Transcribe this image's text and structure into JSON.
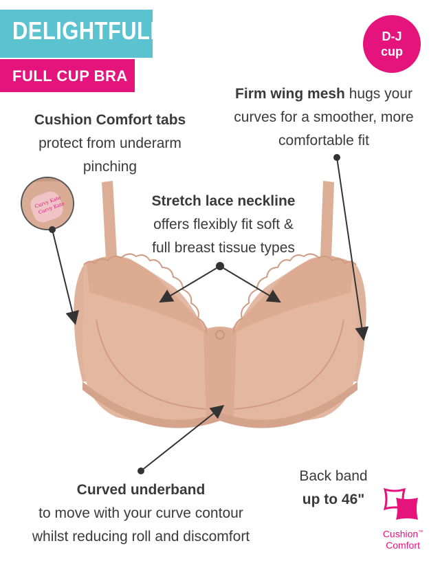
{
  "header": {
    "title": "DELIGHTFULL",
    "subtitle": "FULL CUP BRA"
  },
  "cup_badge": {
    "line1": "D-J",
    "line2": "cup"
  },
  "features": {
    "cushion_tabs": {
      "heading": "Cushion Comfort tabs",
      "line2": "protect from underarm",
      "line3": "pinching"
    },
    "wing_mesh": {
      "heading": "Firm wing mesh",
      "line1_rest": " hugs your",
      "line2": "curves for a smoother, more",
      "line3": "comfortable fit"
    },
    "lace_neckline": {
      "heading": "Stretch lace neckline",
      "line2": "offers flexibly fit soft &",
      "line3": "full breast tissue types"
    },
    "underband": {
      "heading": "Curved underband",
      "line2": "to move with your curve contour",
      "line3": "whilst reducing roll and discomfort"
    },
    "back_band": {
      "line1": "Back band",
      "line2": "up to 46\""
    }
  },
  "logo": {
    "line1": "Cushion",
    "line2": "Comfort",
    "tm": "™"
  },
  "colors": {
    "teal": "#5bc3cf",
    "pink": "#e5147c",
    "text": "#3a3a3a",
    "product": "#e2b39a"
  },
  "icons": [
    "cushion-comfort-logo-icon",
    "cushion-tab-zoom-image",
    "bra-product-image"
  ]
}
